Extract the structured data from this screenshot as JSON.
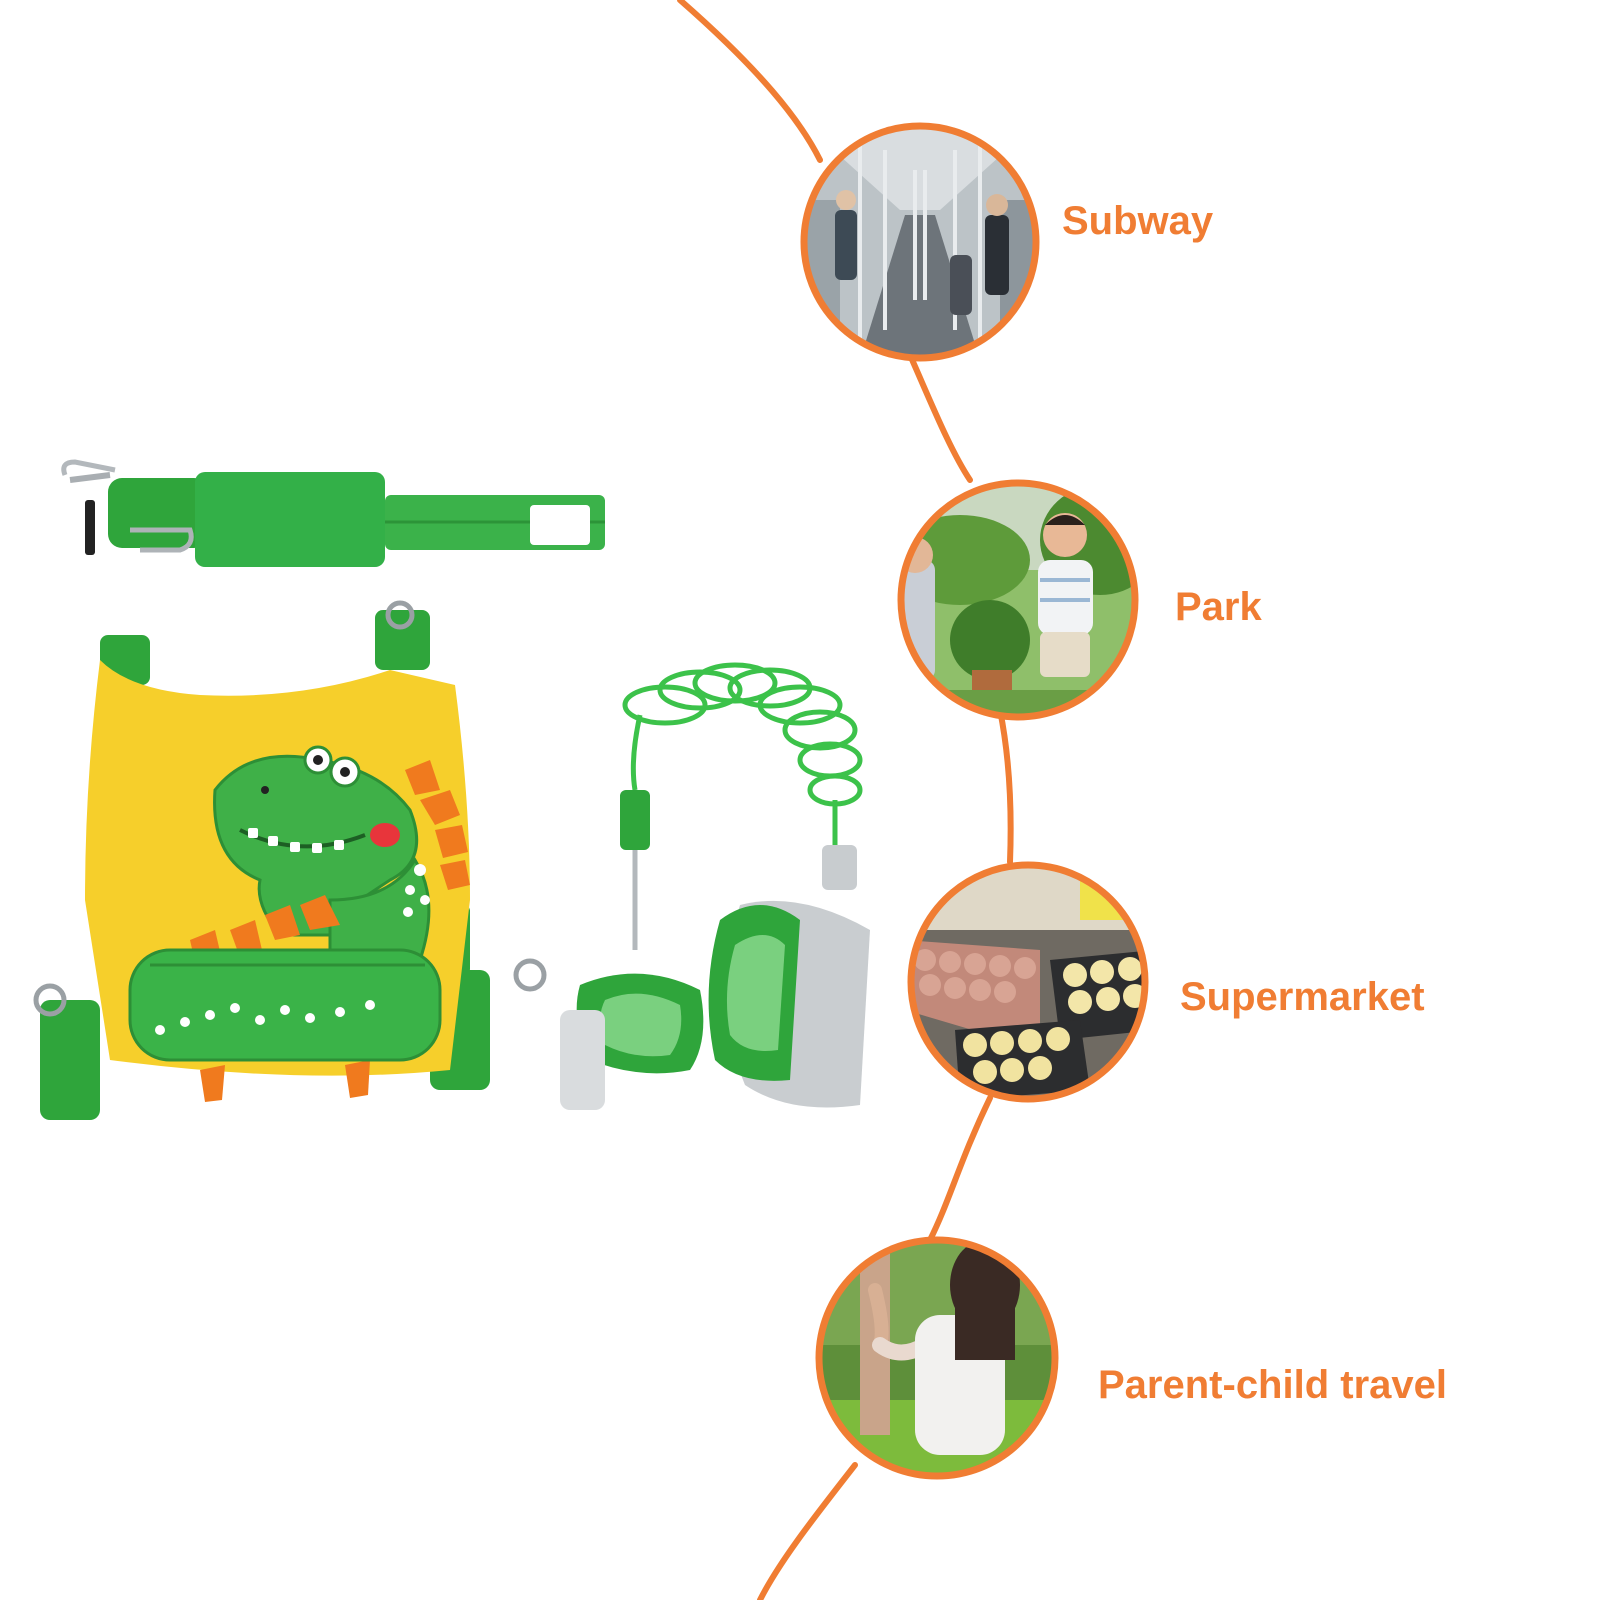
{
  "colors": {
    "accent": "#f07d33",
    "product_green": "#2fa53b",
    "product_yellow": "#f6cf2b",
    "spike_orange": "#f07a1e",
    "background": "#ffffff"
  },
  "scenarios": [
    {
      "label": "Subway",
      "photo": "subway-interior-photo"
    },
    {
      "label": "Park",
      "photo": "park-boy-running-photo"
    },
    {
      "label": "Supermarket",
      "photo": "fruit-display-photo"
    },
    {
      "label": "Parent-child travel",
      "photo": "parent-holding-child-hand-photo"
    }
  ],
  "product": {
    "items": [
      "shoulder-strap",
      "dinosaur-harness-backpack",
      "anti-lost-wrist-leash"
    ]
  }
}
